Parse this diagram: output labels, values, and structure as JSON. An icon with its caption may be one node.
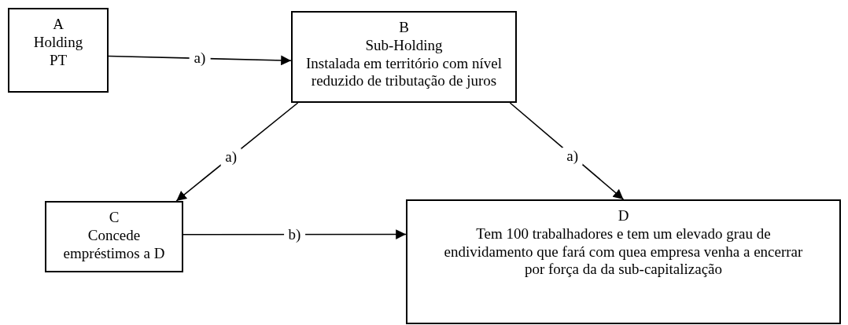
{
  "diagram": {
    "nodes": [
      {
        "text": [
          "A",
          "Holding PT"
        ]
      },
      {
        "text": [
          "B",
          "Sub-Holding",
          "Instalada em território com nível reduzido de tributação de juros"
        ]
      },
      {
        "text": [
          "C",
          "Concede empréstimos a D"
        ]
      },
      {
        "text": [
          "D",
          "Tem 100 trabalhadores e tem um elevado grau de endividamento que fará com quea empresa venha a encerrar por força da da sub-capitalização"
        ]
      }
    ],
    "edges": [
      {
        "from": 0,
        "to": 1,
        "arrow": "to",
        "label": "a)"
      },
      {
        "from": 1,
        "to": 2,
        "arrow": "to",
        "label": "a)"
      },
      {
        "from": 1,
        "to": 3,
        "arrow": "to",
        "label": "a)"
      },
      {
        "from": 2,
        "to": 3,
        "arrow": "to",
        "label": "b)"
      }
    ]
  }
}
